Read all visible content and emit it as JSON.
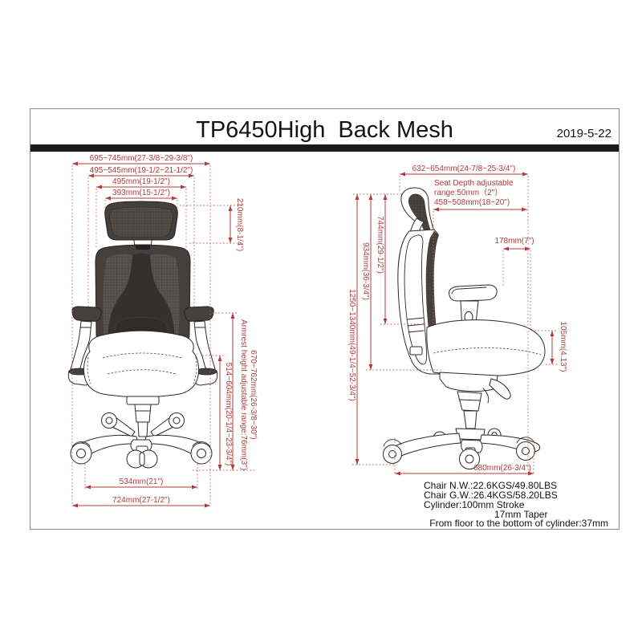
{
  "page": {
    "title": "TP6450High  Back Mesh",
    "date": "2019-5-22"
  },
  "colors": {
    "dimension_red": "#b23c3c",
    "title_bar_black": "#1d1b1a",
    "mesh_dark": "#45403d"
  },
  "front_view": {
    "dims": {
      "overall_width": "695~745mm(27-3/8~29-3/8\")",
      "armrest_span": "495~545mm(19-1/2~21-1/2\")",
      "back_width": "495mm(19-1/2\")",
      "headrest_width": "393mm(15-1/2\")",
      "headrest_height": "210mm(8-1/4\")",
      "armrest_height": "670~762mm(26-3/8~30\")",
      "armrest_note": "Armrest height adjustable range:76mm(3\")",
      "seat_height": "514~604mm(20-1/4~23-3/4\")",
      "base_inner_width": "534mm(21\")",
      "base_outer_width": "724mm(27-1/2\")"
    }
  },
  "side_view": {
    "dims": {
      "overall_depth": "632~654mm(24-7/8~25-3/4\")",
      "seat_depth_note_line1": "Seat Depth adjustable",
      "seat_depth_note_line2": "range:50mm（2\"）",
      "seat_depth": "458~508mm(18~20\")",
      "armrest_depth": "178mm(7\")",
      "seat_to_headrest_height": "744mm(29-1/2\")",
      "mech_to_headrest_height": "934mm(36-3/4\")",
      "overall_height": "1250~1340mm(49-1/4~52-3/4\")",
      "seat_thickness": "105mm(4.13\")",
      "base_depth": "680mm(26-3/4\")"
    }
  },
  "specs": {
    "lines": [
      "Chair N.W.:22.6KGS/49.80LBS",
      "Chair G.W.:26.4KGS/58.20LBS",
      "Cylinder:100mm Stroke",
      "17mm Taper",
      "From floor to the bottom of cylinder:37mm"
    ]
  }
}
